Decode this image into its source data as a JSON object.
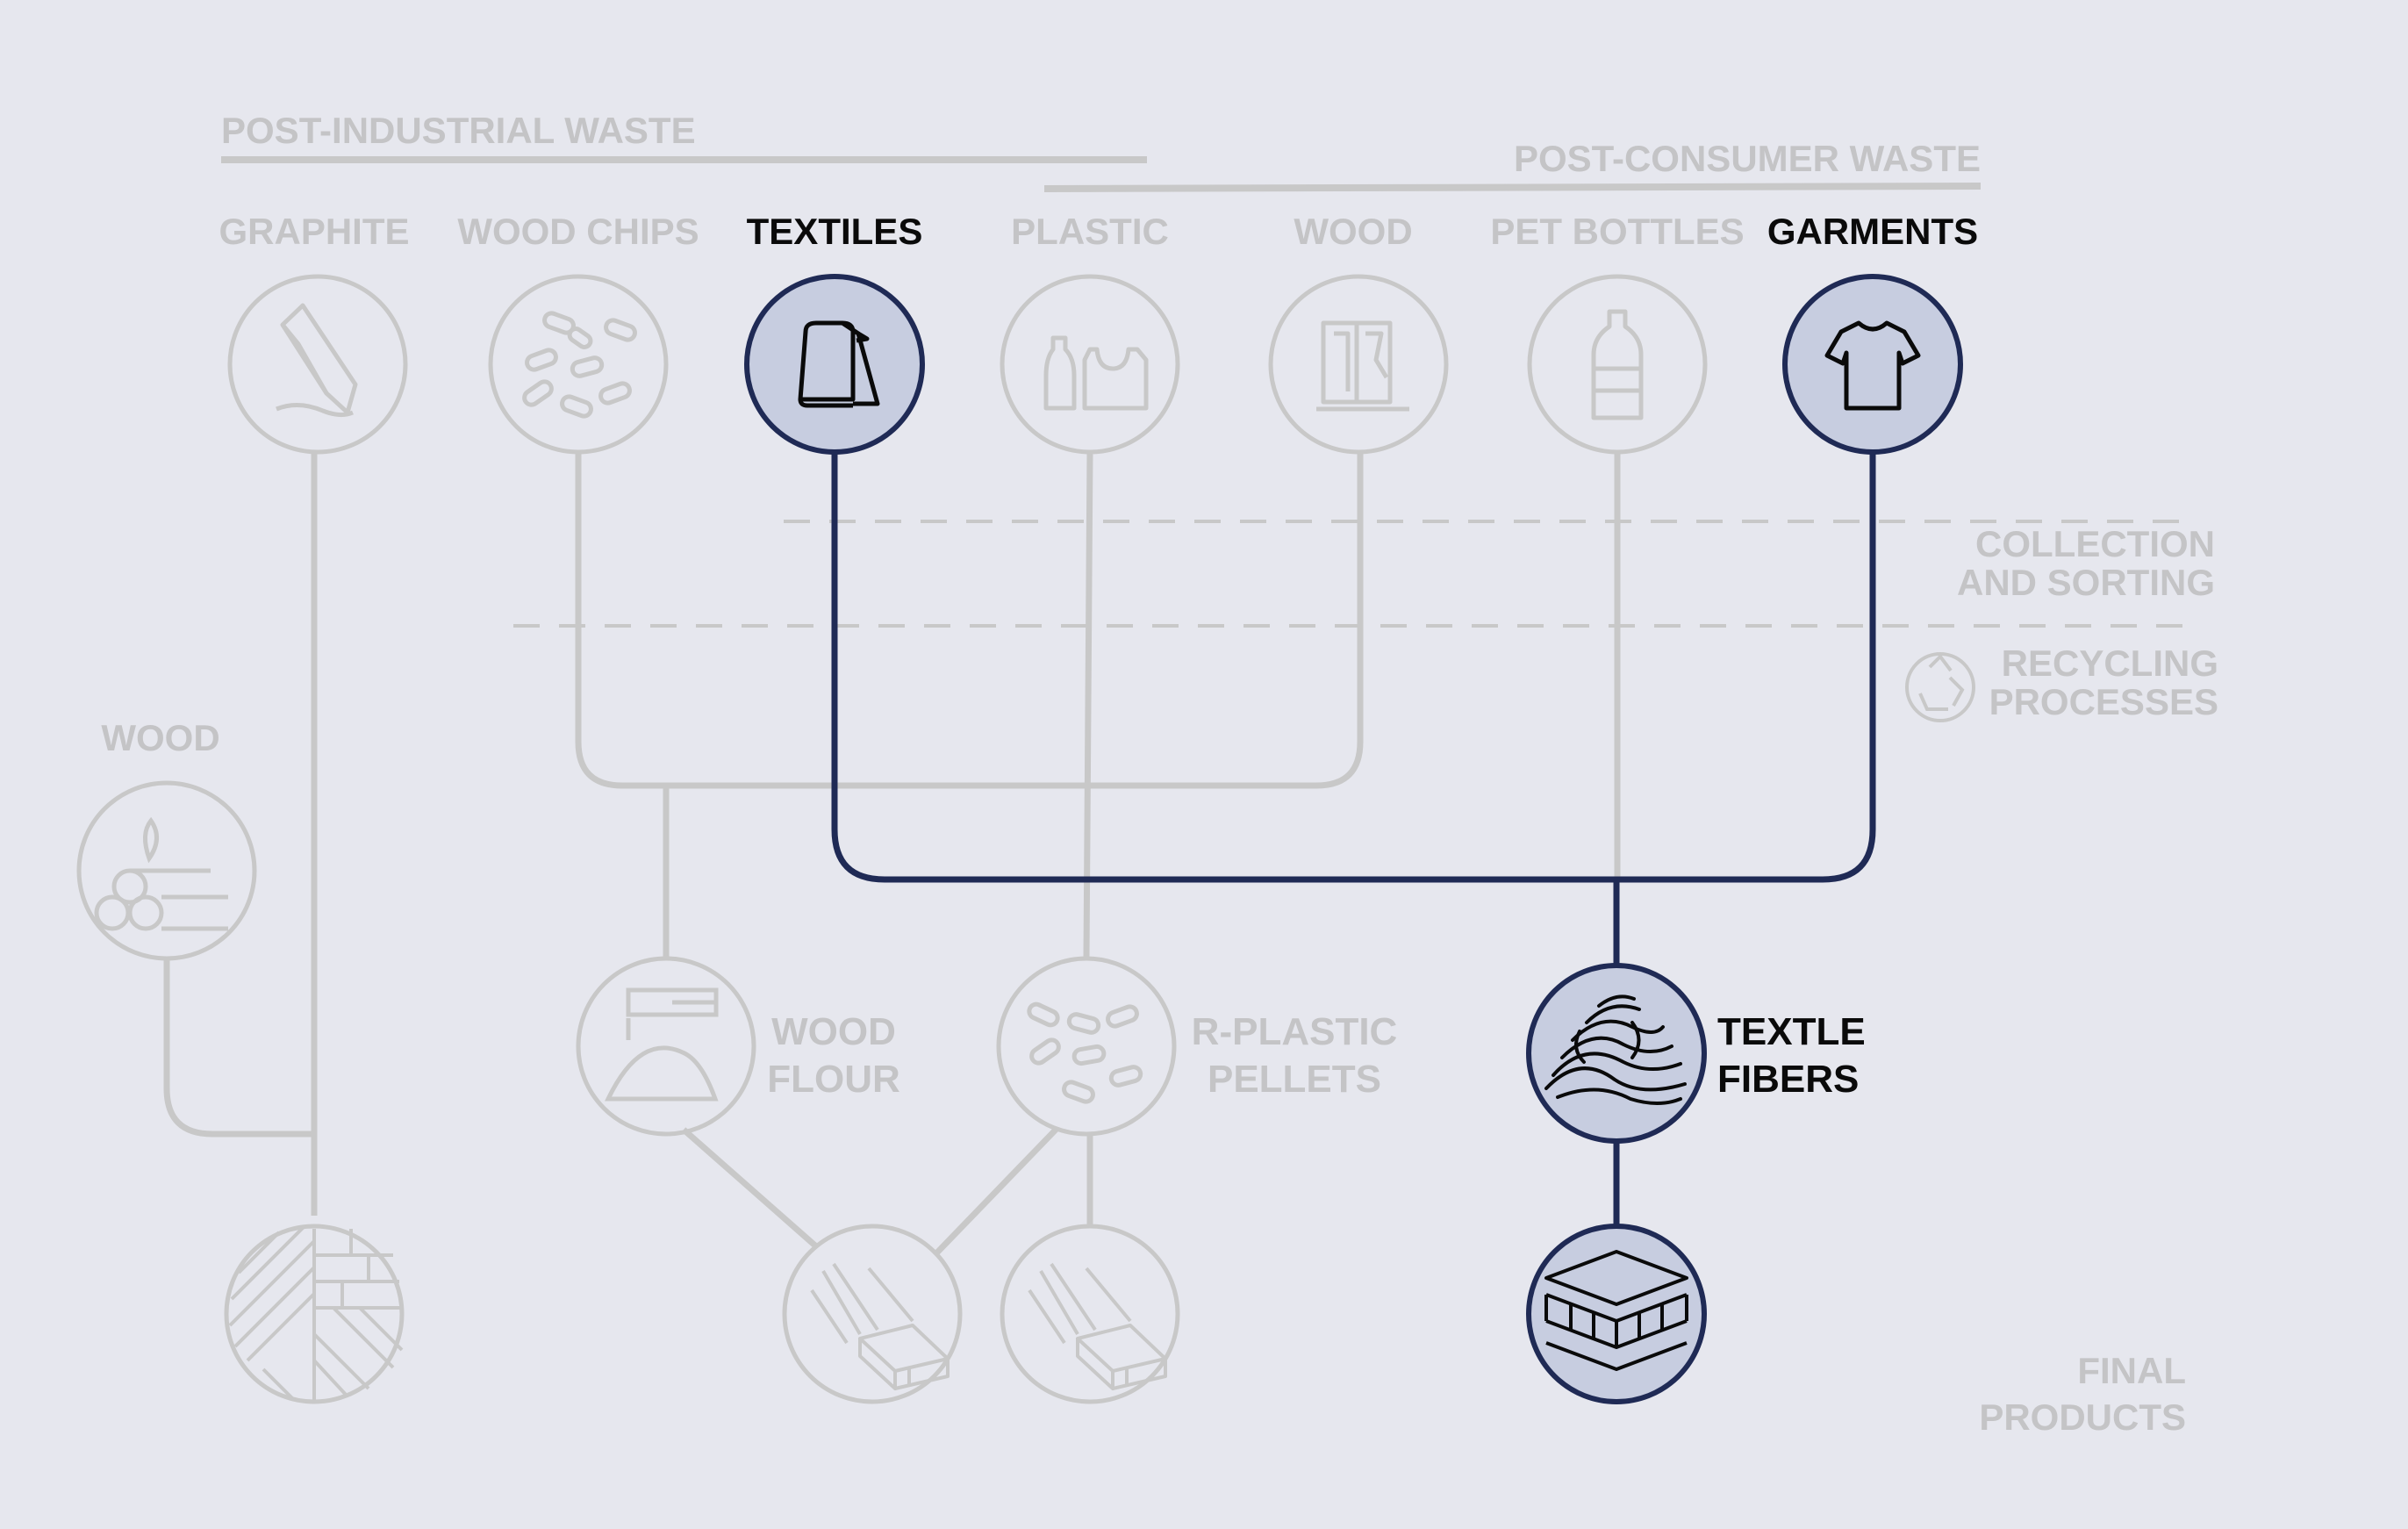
{
  "colors": {
    "background": "#e6e7ee",
    "muted": "#c8c8c8",
    "muted_text": "#c4c4c6",
    "highlight": "#1f2a55",
    "highlight_fill": "#c7cde0",
    "highlight_text": "#0a0a0a"
  },
  "groups": {
    "post_industrial": "POST-INDUSTRIAL WASTE",
    "post_consumer": "POST-CONSUMER WASTE"
  },
  "sources": [
    {
      "label": "GRAPHITE",
      "icon": "pencil-icon",
      "highlighted": false
    },
    {
      "label": "WOOD CHIPS",
      "icon": "wood-chips-icon",
      "highlighted": false
    },
    {
      "label": "TEXTILES",
      "icon": "fabric-roll-icon",
      "highlighted": true
    },
    {
      "label": "PLASTIC",
      "icon": "plastic-bottle-bag-icon",
      "highlighted": false
    },
    {
      "label": "WOOD",
      "icon": "wood-furniture-icon",
      "highlighted": false
    },
    {
      "label": "PET BOTTLES",
      "icon": "pet-bottle-icon",
      "highlighted": false
    },
    {
      "label": "GARMENTS",
      "icon": "tshirt-icon",
      "highlighted": true
    }
  ],
  "stages": {
    "collection_line1": "COLLECTION",
    "collection_line2": "AND SORTING",
    "recycling_line1": "RECYCLING",
    "recycling_line2": "PROCESSES",
    "final_line1": "FINAL",
    "final_line2": "PRODUCTS"
  },
  "side_wood_label": "WOOD",
  "intermediates": {
    "wood_flour_line1": "WOOD",
    "wood_flour_line2": "FLOUR",
    "rplastic_line1": "R-PLASTIC",
    "rplastic_line2": "PELLETS",
    "textile_fibers_line1": "TEXTLE",
    "textile_fibers_line2": "FIBERS"
  }
}
